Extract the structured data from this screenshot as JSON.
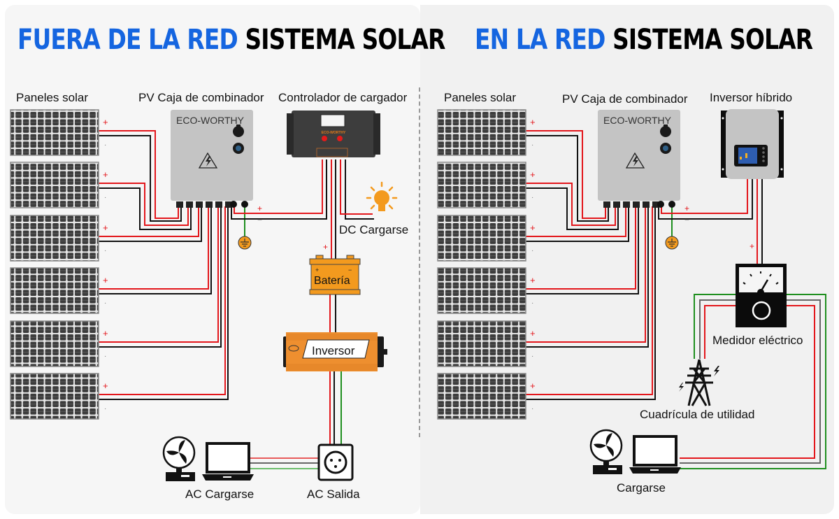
{
  "left": {
    "title_blue": "FUERA DE LA RED",
    "title_black": "SISTEMA SOLAR",
    "labels": {
      "panels": "Paneles solar",
      "combiner": "PV Caja de combinador",
      "controller": "Controlador de cargador",
      "dc_load": "DC Cargarse",
      "battery": "Batería",
      "inverter": "Inversor",
      "ac_load": "AC Cargarse",
      "ac_outlet": "AC Salida"
    },
    "combiner_brand": "ECO-WORTHY",
    "controller_brand": "ECO-WORTHY",
    "panel_count": 6
  },
  "right": {
    "title_blue": "EN LA RED",
    "title_black": "SISTEMA SOLAR",
    "labels": {
      "panels": "Paneles solar",
      "combiner": "PV Caja de combinador",
      "hybrid_inverter": "Inversor híbrido",
      "meter": "Medidor eléctrico",
      "grid": "Cuadrícula de utilidad",
      "load": "Cargarse"
    },
    "combiner_brand": "ECO-WORTHY",
    "panel_count": 6
  },
  "wire_symbols": {
    "positive": "+",
    "negative": "−"
  },
  "colors": {
    "title_blue": "#1565e0",
    "positive_wire": "#e3161b",
    "negative_wire": "#111111",
    "ground_wire": "#1f8f1f",
    "accent_orange": "#f39a1e",
    "panel_dark": "#3a3a3a",
    "box_gray": "#c4c4c4"
  }
}
